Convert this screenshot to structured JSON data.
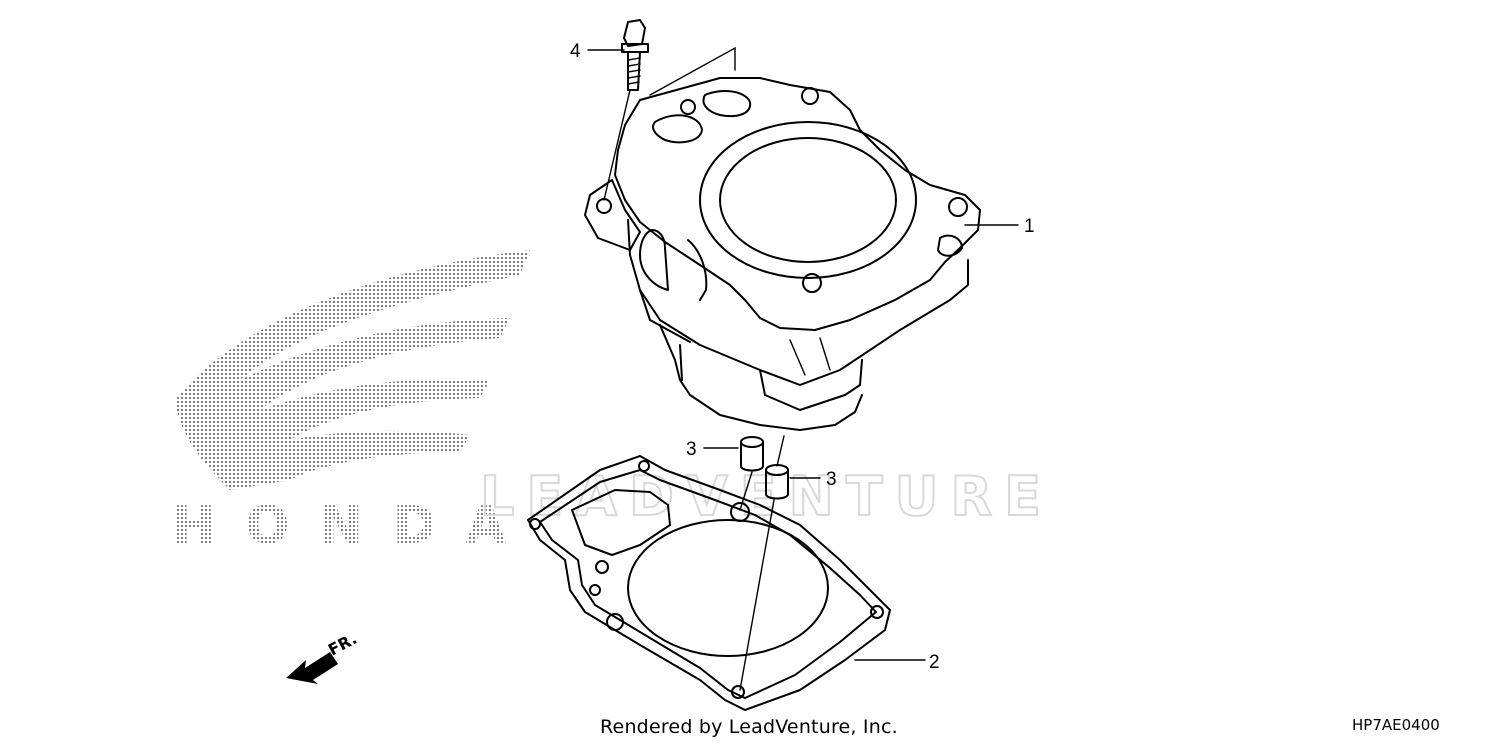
{
  "callouts": {
    "cylinder": "1",
    "gasket": "2",
    "dowel_left": "3",
    "dowel_right": "3",
    "bolt": "4"
  },
  "footer": {
    "credit": "Rendered by LeadVenture, Inc.",
    "code": "HP7AE0400"
  },
  "direction_label": "FR.",
  "watermark": "LEADVENTURE",
  "logo_text": "HONDA",
  "colors": {
    "line": "#000000",
    "watermark": "#d8d8d8",
    "logo_dots": "#555555"
  }
}
